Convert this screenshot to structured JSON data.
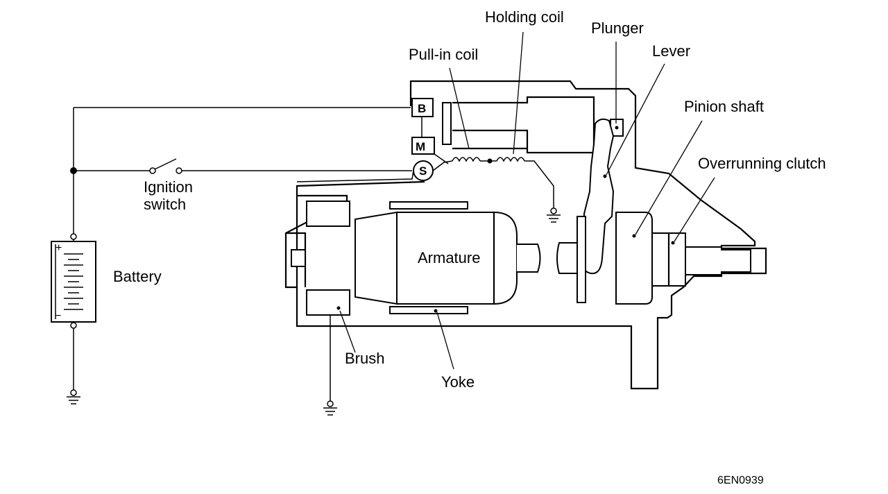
{
  "labels": {
    "holding_coil": "Holding coil",
    "plunger": "Plunger",
    "pull_in_coil": "Pull-in coil",
    "lever": "Lever",
    "pinion_shaft": "Pinion shaft",
    "overrunning_clutch": "Overrunning clutch",
    "ignition_line1": "Ignition",
    "ignition_line2": "switch",
    "battery": "Battery",
    "armature": "Armature",
    "brush": "Brush",
    "yoke": "Yoke"
  },
  "terminals": {
    "b": "B",
    "m": "M",
    "s": "S"
  },
  "battery_polarity": {
    "plus": "+",
    "minus": "−"
  },
  "figure_code": "6EN0939"
}
